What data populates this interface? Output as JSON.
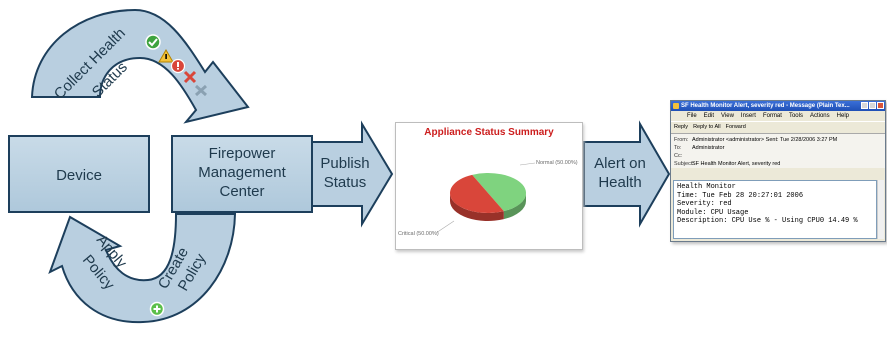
{
  "boxes": {
    "device": "Device",
    "fmc_line1": "Firepower",
    "fmc_line2": "Management",
    "fmc_line3": "Center"
  },
  "arrows": {
    "collect_line1": "Collect Health",
    "collect_line2": "Status",
    "publish_line1": "Publish",
    "publish_line2": "Status",
    "alert_line1": "Alert on",
    "alert_line2": "Health",
    "apply_line1": "Apply",
    "apply_line2": "Policy",
    "create_line1": "Create",
    "create_line2": "Policy"
  },
  "icons": [
    "check-circle-icon",
    "warning-triangle-icon",
    "error-circle-icon",
    "red-x-icon",
    "gray-x-icon",
    "plus-circle-icon"
  ],
  "chart_data": {
    "type": "pie",
    "title": "Appliance Status Summary",
    "categories": [
      "Normal",
      "Critical"
    ],
    "values": [
      50,
      50
    ],
    "labels": [
      "Normal (50.00%)",
      "Critical (50.00%)"
    ],
    "colors": [
      "#7fd37f",
      "#d9463a"
    ]
  },
  "email": {
    "title": "SF Health Monitor Alert, severity red - Message (Plain Tex...",
    "menu": [
      "File",
      "Edit",
      "View",
      "Insert",
      "Format",
      "Tools",
      "Actions",
      "Help"
    ],
    "toolbar": [
      "Reply",
      "Reply to All",
      "Forward"
    ],
    "from_label": "From:",
    "from_value": "Administrator <administrator>   Sent:  Tue 2/28/2006 3:27 PM",
    "to_label": "To:",
    "to_value": "Administrator",
    "cc_label": "Cc:",
    "cc_value": "",
    "subject_label": "Subject:",
    "subject_value": "SF Health Monitor Alert, severity red",
    "body_lines": [
      "Health Monitor",
      "Time: Tue Feb 28 20:27:01 2006",
      "",
      "Severity: red",
      "Module: CPU Usage",
      "Description: CPU Use % - Using CPU0 14.49 %"
    ]
  },
  "colors": {
    "shape_fill": "#b8cfe0",
    "shape_stroke": "#1d3f5c",
    "text": "#1f3a4d"
  }
}
